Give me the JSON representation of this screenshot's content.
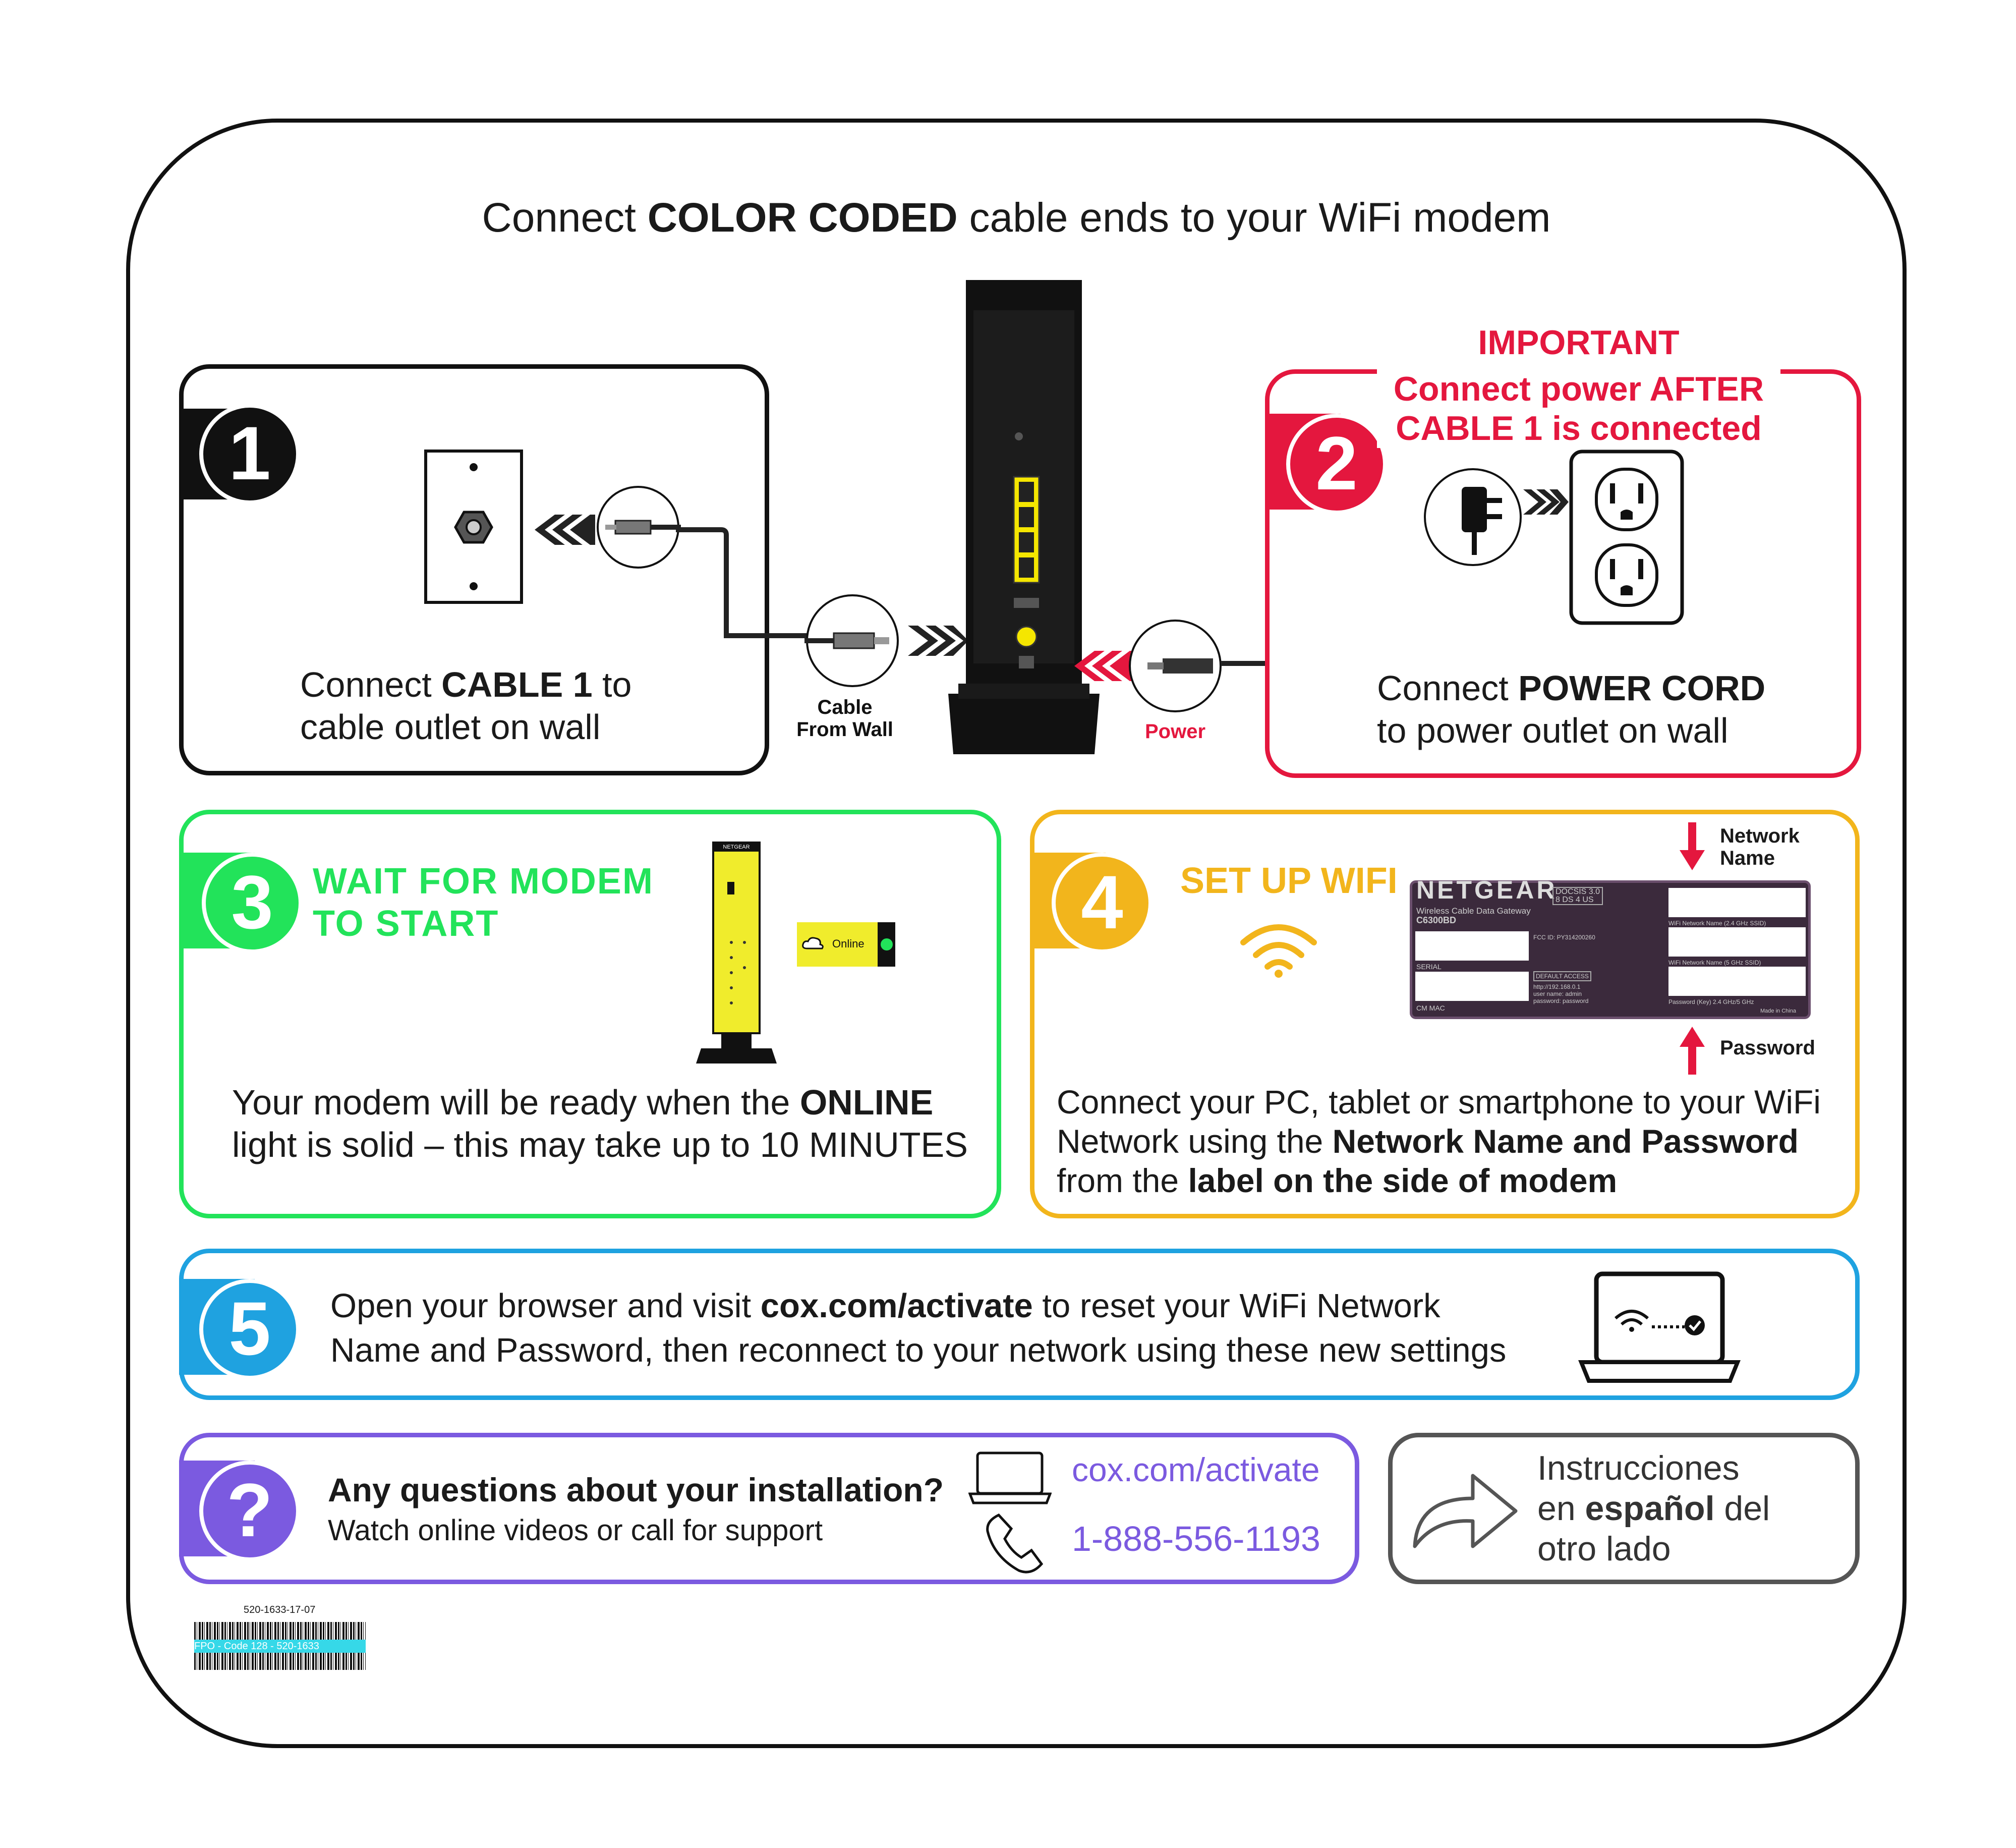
{
  "title": {
    "pre": "Connect ",
    "bold": "COLOR CODED",
    "post": " cable ends to your WiFi modem"
  },
  "colors": {
    "black": "#111111",
    "red": "#e4173e",
    "green": "#22e35a",
    "yellow": "#f2b51c",
    "blue": "#1fa2e0",
    "purple": "#7b5ae0",
    "gray": "#555555"
  },
  "step1": {
    "number": "1",
    "text_pre": "Connect ",
    "text_bold": "CABLE 1",
    "text_post": " to",
    "text_line2": "cable outlet on wall"
  },
  "center": {
    "cable_label_line1": "Cable",
    "cable_label_line2": "From Wall",
    "power_label": "Power"
  },
  "step2": {
    "number": "2",
    "important": "IMPORTANT",
    "warning_line1": "Connect power AFTER",
    "warning_line2": "CABLE 1 is connected",
    "text_pre": "Connect ",
    "text_bold": "POWER CORD",
    "text_line2": "to power outlet on wall"
  },
  "step3": {
    "number": "3",
    "heading_line1": "WAIT FOR MODEM",
    "heading_line2": "TO START",
    "online_label": "Online",
    "modem_brand": "NETGEAR",
    "text_pre": "Your modem will be ready when the ",
    "text_bold": "ONLINE",
    "text_line2": "light is solid – this may take up to 10 MINUTES"
  },
  "step4": {
    "number": "4",
    "heading": "SET UP WIFI",
    "network_name_label_line1": "Network",
    "network_name_label_line2": "Name",
    "password_label": "Password",
    "label": {
      "brand": "NETGEAR",
      "docsis": "DOCSIS 3.0",
      "docsis_sub": "8 DS 4 US",
      "product": "Wireless Cable Data Gateway",
      "model": "C6300BD",
      "serial": "SERIAL",
      "cm_mac": "CM MAC",
      "fcc": "FCC ID: PY314200260",
      "default_access": "DEFAULT ACCESS",
      "url": "http://192.168.0.1",
      "user": "user name:  admin",
      "pass": "password:  password",
      "ssid24": "WiFi Network Name (2.4 GHz SSID)",
      "ssid5": "WiFi Network Name (5 GHz SSID)",
      "key": "Password (Key) 2.4 GHz/5 GHz",
      "made": "Made in China"
    },
    "text_line1": "Connect your PC, tablet or smartphone to your WiFi",
    "text_pre2": "Network using the ",
    "text_bold2": "Network Name and Password",
    "text_pre3": "from the ",
    "text_bold3": "label on the side of modem"
  },
  "step5": {
    "number": "5",
    "text_pre": "Open your browser and visit ",
    "text_bold": "cox.com/activate",
    "text_post": " to reset your WiFi Network",
    "text_line2": "Name and Password, then reconnect to your network using these new settings"
  },
  "help": {
    "symbol": "?",
    "heading": "Any questions about your installation?",
    "sub": "Watch online videos or call for support",
    "link": "cox.com/activate",
    "phone": "1-888-556-1193"
  },
  "spanish": {
    "line1": "Instrucciones",
    "line2_pre": "en ",
    "line2_bold": "español",
    "line2_post": " del",
    "line3": "otro lado"
  },
  "barcode": {
    "code": "520-1633-17-07",
    "fpo": "FPO - Code 128 - 520-1633"
  }
}
